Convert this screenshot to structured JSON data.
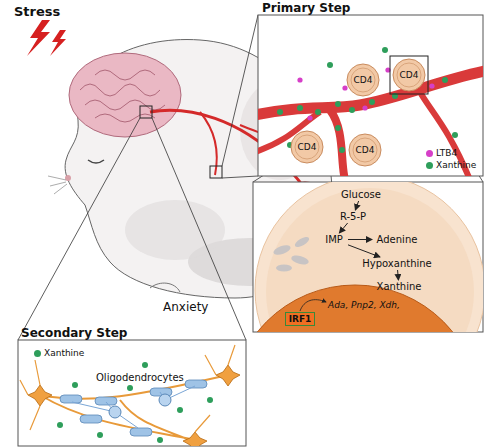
{
  "diagram": {
    "nodes": [
      {
        "text": [
          "Primary Step"
        ]
      },
      {
        "text": [
          "CD4"
        ],
        "in": 0
      },
      {
        "text": [
          "CD4"
        ],
        "in": 0
      },
      {
        "text": [
          "CD4"
        ],
        "in": 0
      },
      {
        "text": [
          "CD4"
        ],
        "in": 0
      },
      {
        "text": [
          "Glucose"
        ]
      },
      {
        "text": [
          "R-5-P"
        ]
      },
      {
        "text": [
          "IMP"
        ]
      },
      {
        "text": [
          "Adenine"
        ]
      },
      {
        "text": [
          "Hypoxanthine"
        ]
      },
      {
        "text": [
          "Xanthine"
        ]
      },
      {
        "text": [
          "Ada, Pnp2, Xdh,"
        ]
      },
      {
        "text": [
          "IRF1"
        ],
        "in": 11
      },
      {
        "text": [
          "Secondary Step"
        ]
      }
    ],
    "edges": [
      {
        "from": 5,
        "to": 6,
        "arrow": "to"
      },
      {
        "from": 6,
        "to": 7,
        "arrow": "to"
      },
      {
        "from": 7,
        "to": 8,
        "arrow": "to"
      },
      {
        "from": 7,
        "to": 9,
        "arrow": "to"
      },
      {
        "from": 9,
        "to": 10,
        "arrow": "to"
      }
    ],
    "labels": [
      "Stress",
      "Anxiety",
      "Oligodendrocytes"
    ],
    "legend": [
      {
        "text": "LTB4",
        "color": "#d63fc8"
      },
      {
        "text": "Xanthine",
        "color": "#2e9e5b"
      },
      {
        "text": "Xanthine",
        "color": "#2e9e5b"
      }
    ]
  }
}
